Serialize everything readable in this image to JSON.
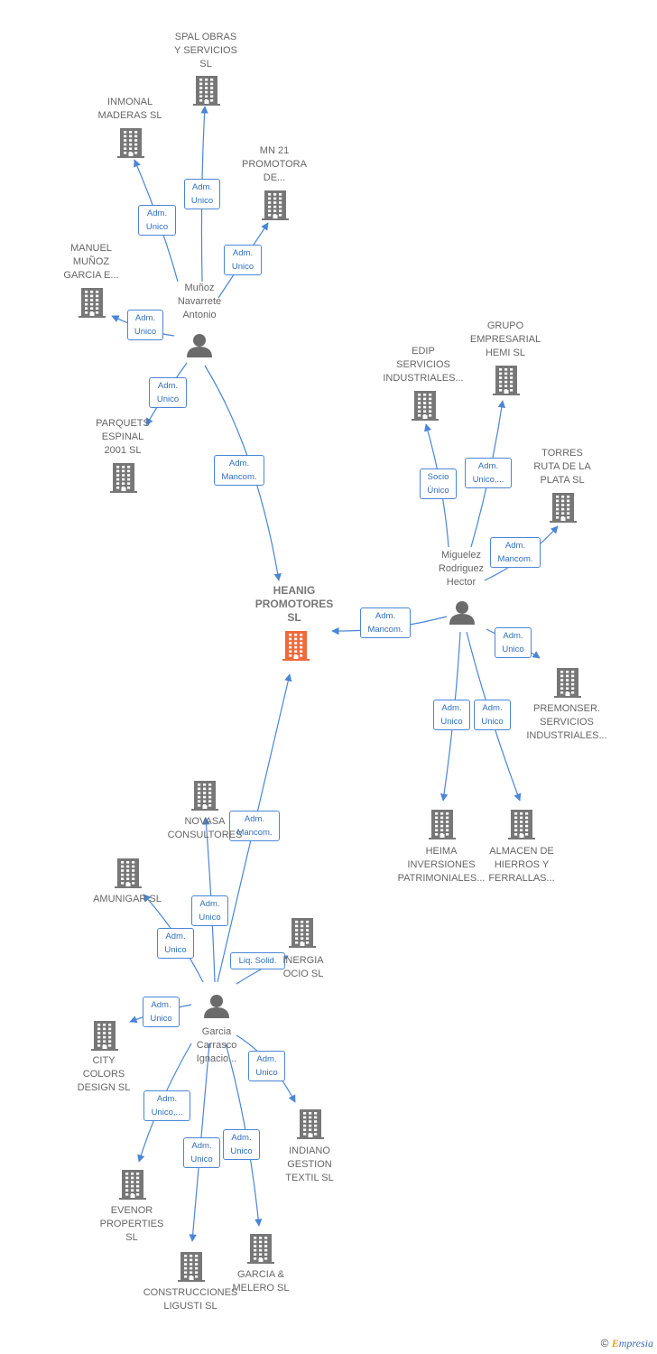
{
  "colors": {
    "edge": "#4a86d6",
    "building": "#777777",
    "focus": "#ef6a3a",
    "person": "#6b6b6b"
  },
  "nodes": [
    {
      "id": "heanig",
      "type": "company",
      "focus": true,
      "label": "HEANIG PROMOTORES SL"
    },
    {
      "id": "munoz",
      "type": "person",
      "label": "Muñoz Navarrete Antonio"
    },
    {
      "id": "miguelez",
      "type": "person",
      "label": "Miguelez Rodriguez Hector"
    },
    {
      "id": "garcia",
      "type": "person",
      "label": "Garcia Carrasco Ignacio..."
    },
    {
      "id": "spal",
      "type": "company",
      "label": "SPAL OBRAS Y SERVICIOS SL"
    },
    {
      "id": "inmonal",
      "type": "company",
      "label": "INMONAL MADERAS SL"
    },
    {
      "id": "mn21",
      "type": "company",
      "label": "MN 21 PROMOTORA DE..."
    },
    {
      "id": "manuel",
      "type": "company",
      "label": "MANUEL MUÑOZ GARCIA E..."
    },
    {
      "id": "parquets",
      "type": "company",
      "label": "PARQUETS ESPINAL 2001 SL"
    },
    {
      "id": "edip",
      "type": "company",
      "label": "EDIP SERVICIOS INDUSTRIALES..."
    },
    {
      "id": "grupo",
      "type": "company",
      "label": "GRUPO EMPRESARIAL HEMI SL"
    },
    {
      "id": "torres",
      "type": "company",
      "label": "TORRES RUTA DE LA PLATA SL"
    },
    {
      "id": "premonser",
      "type": "company",
      "label": "PREMONSER. SERVICIOS INDUSTRIALES..."
    },
    {
      "id": "heima",
      "type": "company",
      "label": "HEIMA INVERSIONES PATRIMONIALES..."
    },
    {
      "id": "almacen",
      "type": "company",
      "label": "ALMACEN DE HIERROS Y FERRALLAS..."
    },
    {
      "id": "novasa",
      "type": "company",
      "label": "NOVASA CONSULTORES"
    },
    {
      "id": "amunigar",
      "type": "company",
      "label": "AMUNIGAR SL"
    },
    {
      "id": "inergia",
      "type": "company",
      "label": "INERGIA OCIO SL"
    },
    {
      "id": "citycolors",
      "type": "company",
      "label": "CITY COLORS DESIGN SL"
    },
    {
      "id": "indiano",
      "type": "company",
      "label": "INDIANO GESTION TEXTIL SL"
    },
    {
      "id": "evenor",
      "type": "company",
      "label": "EVENOR PROPERTIES SL"
    },
    {
      "id": "construcciones",
      "type": "company",
      "label": "CONSTRUCCIONES LIGUSTI SL"
    },
    {
      "id": "garciamelero",
      "type": "company",
      "label": "GARCIA & MELERO SL"
    }
  ],
  "edges": [
    {
      "from": "munoz",
      "to": "spal",
      "label": "Adm. Unico"
    },
    {
      "from": "munoz",
      "to": "inmonal",
      "label": "Adm. Unico"
    },
    {
      "from": "munoz",
      "to": "mn21",
      "label": "Adm. Unico"
    },
    {
      "from": "munoz",
      "to": "manuel",
      "label": "Adm. Unico"
    },
    {
      "from": "munoz",
      "to": "parquets",
      "label": "Adm. Unico"
    },
    {
      "from": "munoz",
      "to": "heanig",
      "label": "Adm. Mancom."
    },
    {
      "from": "miguelez",
      "to": "edip",
      "label": "Socio Único"
    },
    {
      "from": "miguelez",
      "to": "grupo",
      "label": "Adm. Unico,..."
    },
    {
      "from": "miguelez",
      "to": "torres",
      "label": "Adm. Mancom."
    },
    {
      "from": "miguelez",
      "to": "heanig",
      "label": "Adm. Mancom."
    },
    {
      "from": "miguelez",
      "to": "premonser",
      "label": "Adm. Unico"
    },
    {
      "from": "miguelez",
      "to": "heima",
      "label": "Adm. Unico"
    },
    {
      "from": "miguelez",
      "to": "almacen",
      "label": "Adm. Unico"
    },
    {
      "from": "garcia",
      "to": "heanig",
      "label": "Adm. Mancom."
    },
    {
      "from": "garcia",
      "to": "novasa",
      "label": "Adm. Unico"
    },
    {
      "from": "garcia",
      "to": "amunigar",
      "label": "Adm. Unico"
    },
    {
      "from": "garcia",
      "to": "inergia",
      "label": "Liq. Solid."
    },
    {
      "from": "garcia",
      "to": "citycolors",
      "label": "Adm. Unico"
    },
    {
      "from": "garcia",
      "to": "indiano",
      "label": "Adm. Unico"
    },
    {
      "from": "garcia",
      "to": "evenor",
      "label": "Adm. Unico,..."
    },
    {
      "from": "garcia",
      "to": "construcciones",
      "label": "Adm. Unico"
    },
    {
      "from": "garcia",
      "to": "garciamelero",
      "label": "Adm. Unico"
    }
  ],
  "footer": {
    "copyright": "©",
    "brand_first": "E",
    "brand_rest": "mpresia"
  }
}
